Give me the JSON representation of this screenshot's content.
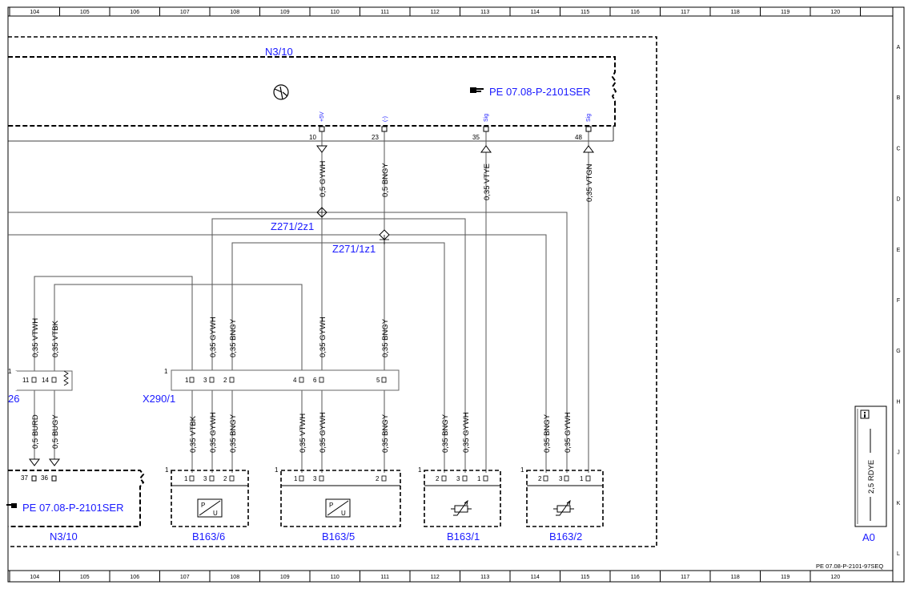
{
  "grid": {
    "columns": [
      "104",
      "105",
      "106",
      "107",
      "108",
      "109",
      "110",
      "111",
      "112",
      "113",
      "114",
      "115",
      "116",
      "117",
      "118",
      "119",
      "120"
    ],
    "rows": [
      "A",
      "B",
      "C",
      "D",
      "E",
      "F",
      "G",
      "H",
      "J",
      "K",
      "L"
    ]
  },
  "components": {
    "n310_top": "N3/10",
    "n310_bottom": "N3/10",
    "n310_bottom_pin_left": "26",
    "ref_top": "PE 07.08-P-2101SER",
    "ref_bottom": "PE 07.08-P-2101SER",
    "x290": "X290/1",
    "b163_6": "B163/6",
    "b163_5": "B163/5",
    "b163_1": "B163/1",
    "b163_2": "B163/2",
    "a0": "A0",
    "splice_z2": "Z271/2z1",
    "splice_z1": "Z271/1z1",
    "doc_id": "PE 07.08-P-2101-97SEQ"
  },
  "signals": {
    "s10": "+5V",
    "s23": "(-)",
    "s35": "Sig",
    "s48": "Sig"
  },
  "pins": {
    "n310_top": [
      "10",
      "23",
      "35",
      "48"
    ],
    "n310_bottom": [
      "37",
      "36"
    ],
    "conn_left": [
      "1",
      "11",
      "14"
    ],
    "x290": [
      "1",
      "1",
      "3",
      "2",
      "4",
      "6",
      "5"
    ],
    "b163_6": [
      "1",
      "1",
      "3",
      "2"
    ],
    "b163_5": [
      "1",
      "1",
      "3",
      "2"
    ],
    "b163_1": [
      "1",
      "2",
      "3",
      "1"
    ],
    "b163_2": [
      "1",
      "2",
      "3",
      "1"
    ]
  },
  "wires": {
    "gywh_05": "0,5 GYWH",
    "bngy_05": "0,5 BNGY",
    "vtye_035": "0,35 VTYE",
    "vtgn_035": "0,35 VTGN",
    "vtwh_035": "0,35 VTWH",
    "vtbk_035": "0,35 VTBK",
    "gywh_035": "0,35 GYWH",
    "bngy_035": "0,35 BNGY",
    "burd_05": "0,5 BURD",
    "bugy_05": "0,5 BUGY",
    "rdye_25": "2,5 RDYE"
  },
  "symbols": {
    "pu": "P",
    "pu_u": "U"
  },
  "colors": {
    "label_blue": "#1a1aff",
    "line": "#000000",
    "wire_gray": "#555555"
  }
}
